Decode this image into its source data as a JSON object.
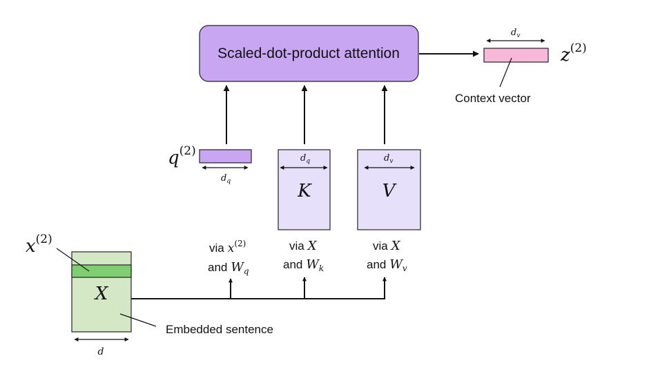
{
  "attention_block": {
    "label": "Scaled-dot-product attention"
  },
  "context": {
    "symbol": "z",
    "superscript": "(2)",
    "dim_label": "d",
    "dim_sub": "v",
    "caption": "Context vector"
  },
  "query": {
    "symbol": "q",
    "superscript": "(2)",
    "dim_label": "d",
    "dim_sub": "q",
    "source_line1_prefix": "via",
    "source_line1_symbol": "x",
    "source_line1_sup": "(2)",
    "source_line2_prefix": "and",
    "source_line2_symbol": "W",
    "source_line2_sub": "q"
  },
  "keys": {
    "symbol": "K",
    "dim_label": "d",
    "dim_sub": "q",
    "source_line1_prefix": "via",
    "source_line1_symbol": "X",
    "source_line2_prefix": "and",
    "source_line2_symbol": "W",
    "source_line2_sub": "k"
  },
  "values": {
    "symbol": "V",
    "dim_label": "d",
    "dim_sub": "v",
    "source_line1_prefix": "via",
    "source_line1_symbol": "X",
    "source_line2_prefix": "and",
    "source_line2_symbol": "W",
    "source_line2_sub": "v"
  },
  "input": {
    "matrix_symbol": "X",
    "row_symbol": "x",
    "row_superscript": "(2)",
    "dim_label": "d",
    "caption": "Embedded sentence"
  },
  "colors": {
    "attention_fill": "#c9a6f2",
    "query_fill": "#c9a6f2",
    "kv_fill": "#e6e0fb",
    "context_fill": "#f7b8d9",
    "input_fill": "#d5e8c6",
    "input_row_fill": "#7fcf72"
  }
}
